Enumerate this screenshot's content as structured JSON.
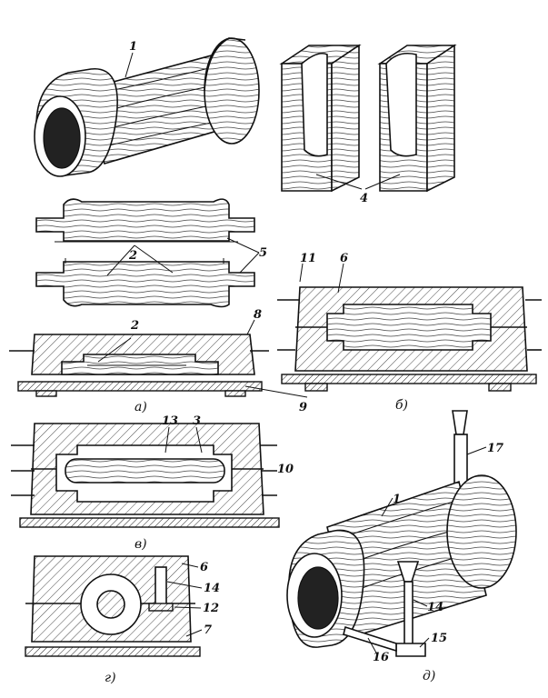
{
  "labels": {
    "n1_top": "1",
    "n4": "4",
    "n2_a": "2",
    "n5": "5",
    "n2_b": "2",
    "n11": "11",
    "n6_b": "6",
    "n8": "8",
    "n9": "9",
    "n13": "13",
    "n3": "3",
    "n10": "10",
    "n6_g": "6",
    "n14_g": "14",
    "n12": "12",
    "n7": "7",
    "n17": "17",
    "n1_d": "1",
    "n14_d": "14",
    "n15": "15",
    "n16": "16"
  },
  "captions": {
    "a": "а)",
    "b": "б)",
    "v": "в)",
    "g": "г)",
    "d": "д)"
  }
}
